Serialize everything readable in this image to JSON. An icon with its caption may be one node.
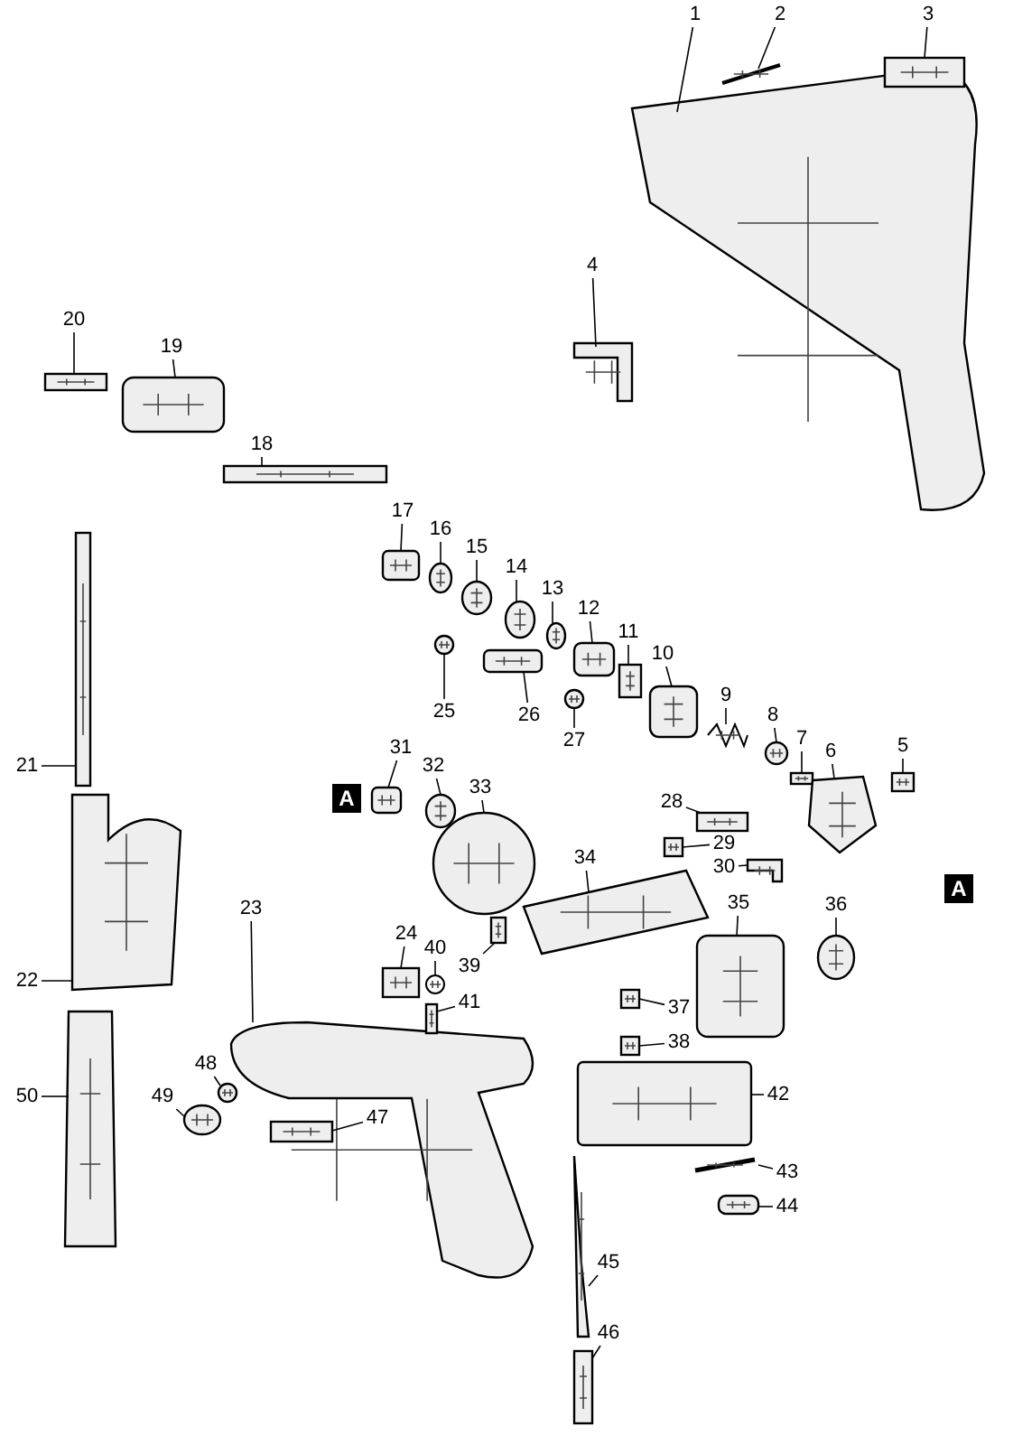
{
  "diagram": {
    "nodes": [
      {
        "text": [
          "1"
        ]
      },
      {
        "text": [
          "2"
        ]
      },
      {
        "text": [
          "3"
        ]
      },
      {
        "text": [
          "4"
        ]
      },
      {
        "text": [
          "20"
        ]
      },
      {
        "text": [
          "19"
        ]
      },
      {
        "text": [
          "18"
        ]
      },
      {
        "text": [
          "17"
        ]
      },
      {
        "text": [
          "16"
        ]
      },
      {
        "text": [
          "15"
        ]
      },
      {
        "text": [
          "14"
        ]
      },
      {
        "text": [
          "13"
        ]
      },
      {
        "text": [
          "12"
        ]
      },
      {
        "text": [
          "11"
        ]
      },
      {
        "text": [
          "10"
        ]
      },
      {
        "text": [
          "9"
        ]
      },
      {
        "text": [
          "8"
        ]
      },
      {
        "text": [
          "7"
        ]
      },
      {
        "text": [
          "25"
        ]
      },
      {
        "text": [
          "26"
        ]
      },
      {
        "text": [
          "27"
        ]
      },
      {
        "text": [
          "6"
        ]
      },
      {
        "text": [
          "5"
        ]
      },
      {
        "text": [
          "31"
        ]
      },
      {
        "text": [
          "21"
        ]
      },
      {
        "text": [
          "32"
        ]
      },
      {
        "text": [
          "33"
        ]
      },
      {
        "text": [
          "28"
        ]
      },
      {
        "text": [
          "29"
        ]
      },
      {
        "text": [
          "30"
        ]
      },
      {
        "text": [
          "34"
        ]
      },
      {
        "text": [
          "35"
        ]
      },
      {
        "text": [
          "36"
        ]
      },
      {
        "text": [
          "23"
        ]
      },
      {
        "text": [
          "24"
        ]
      },
      {
        "text": [
          "40"
        ]
      },
      {
        "text": [
          "39"
        ]
      },
      {
        "text": [
          "22"
        ]
      },
      {
        "text": [
          "41"
        ]
      },
      {
        "text": [
          "37"
        ]
      },
      {
        "text": [
          "38"
        ]
      },
      {
        "text": [
          "48"
        ]
      },
      {
        "text": [
          "49"
        ]
      },
      {
        "text": [
          "50"
        ]
      },
      {
        "text": [
          "42"
        ]
      },
      {
        "text": [
          "47"
        ]
      },
      {
        "text": [
          "43"
        ]
      },
      {
        "text": [
          "44"
        ]
      },
      {
        "text": [
          "45"
        ]
      },
      {
        "text": [
          "46"
        ]
      },
      {
        "text": [],
        "shape": "picture"
      },
      {
        "text": [],
        "shape": "picture"
      },
      {
        "text": [],
        "shape": "picture"
      },
      {
        "text": [],
        "shape": "picture"
      },
      {
        "text": [],
        "shape": "picture"
      },
      {
        "text": [],
        "shape": "picture"
      },
      {
        "text": [],
        "shape": "picture"
      },
      {
        "text": [],
        "shape": "picture"
      },
      {
        "text": [],
        "shape": "picture"
      },
      {
        "text": [],
        "shape": "picture"
      },
      {
        "text": [],
        "shape": "picture"
      },
      {
        "text": [],
        "shape": "picture"
      },
      {
        "text": [],
        "shape": "picture"
      },
      {
        "text": [],
        "shape": "picture"
      },
      {
        "text": [],
        "shape": "picture"
      },
      {
        "text": [],
        "shape": "picture"
      },
      {
        "text": [],
        "shape": "picture"
      },
      {
        "text": [],
        "shape": "picture"
      },
      {
        "text": [],
        "shape": "picture"
      },
      {
        "text": [],
        "shape": "picture"
      },
      {
        "text": [],
        "shape": "picture"
      },
      {
        "text": [],
        "shape": "picture"
      },
      {
        "text": [],
        "shape": "picture"
      },
      {
        "text": [],
        "shape": "picture"
      },
      {
        "text": [],
        "shape": "picture"
      },
      {
        "text": [],
        "shape": "picture"
      },
      {
        "text": [],
        "shape": "picture"
      },
      {
        "text": [],
        "shape": "picture"
      },
      {
        "text": [],
        "shape": "picture"
      },
      {
        "text": [],
        "shape": "picture"
      },
      {
        "text": [],
        "shape": "picture"
      },
      {
        "text": [],
        "shape": "picture"
      },
      {
        "text": [],
        "shape": "picture"
      },
      {
        "text": [],
        "shape": "picture"
      },
      {
        "text": [],
        "shape": "picture"
      },
      {
        "text": [],
        "shape": "picture"
      },
      {
        "text": [],
        "shape": "picture"
      },
      {
        "text": [],
        "shape": "picture"
      },
      {
        "text": [],
        "shape": "picture"
      },
      {
        "text": [],
        "shape": "picture"
      },
      {
        "text": [],
        "shape": "picture"
      },
      {
        "text": [],
        "shape": "picture"
      },
      {
        "text": [],
        "shape": "picture"
      },
      {
        "text": [],
        "shape": "picture"
      },
      {
        "text": [],
        "shape": "picture"
      },
      {
        "text": [],
        "shape": "picture"
      },
      {
        "text": [],
        "shape": "picture"
      },
      {
        "text": [],
        "shape": "picture"
      },
      {
        "text": [],
        "shape": "picture"
      },
      {
        "text": [],
        "shape": "picture"
      }
    ],
    "edges": [
      {
        "from": 0,
        "to": 50,
        "arrow": "none"
      },
      {
        "from": 1,
        "to": 51,
        "arrow": "none"
      },
      {
        "from": 2,
        "to": 52,
        "arrow": "none"
      },
      {
        "from": 3,
        "to": 53,
        "arrow": "none"
      },
      {
        "from": 4,
        "to": 54,
        "arrow": "none"
      },
      {
        "from": 5,
        "to": 55,
        "arrow": "none"
      },
      {
        "from": 6,
        "to": 56,
        "arrow": "none"
      },
      {
        "from": 7,
        "to": 57,
        "arrow": "none"
      },
      {
        "from": 8,
        "to": 58,
        "arrow": "none"
      },
      {
        "from": 9,
        "to": 59,
        "arrow": "none"
      },
      {
        "from": 10,
        "to": 60,
        "arrow": "none"
      },
      {
        "from": 11,
        "to": 61,
        "arrow": "none"
      },
      {
        "from": 12,
        "to": 62,
        "arrow": "none"
      },
      {
        "from": 13,
        "to": 63,
        "arrow": "none"
      },
      {
        "from": 14,
        "to": 64,
        "arrow": "none"
      },
      {
        "from": 15,
        "to": 65,
        "arrow": "none"
      },
      {
        "from": 16,
        "to": 66,
        "arrow": "none"
      },
      {
        "from": 17,
        "to": 67,
        "arrow": "none"
      },
      {
        "from": 18,
        "to": 68,
        "arrow": "none"
      },
      {
        "from": 19,
        "to": 69,
        "arrow": "none"
      },
      {
        "from": 20,
        "to": 70,
        "arrow": "none"
      },
      {
        "from": 21,
        "to": 71,
        "arrow": "none"
      },
      {
        "from": 22,
        "to": 72,
        "arrow": "none"
      },
      {
        "from": 23,
        "to": 73,
        "arrow": "none"
      },
      {
        "from": 24,
        "to": 74,
        "arrow": "none"
      },
      {
        "from": 25,
        "to": 75,
        "arrow": "none"
      },
      {
        "from": 26,
        "to": 76,
        "arrow": "none"
      },
      {
        "from": 27,
        "to": 77,
        "arrow": "none"
      },
      {
        "from": 28,
        "to": 78,
        "arrow": "none"
      },
      {
        "from": 29,
        "to": 79,
        "arrow": "none"
      },
      {
        "from": 30,
        "to": 80,
        "arrow": "none"
      },
      {
        "from": 31,
        "to": 81,
        "arrow": "none"
      },
      {
        "from": 32,
        "to": 82,
        "arrow": "none"
      },
      {
        "from": 33,
        "to": 83,
        "arrow": "none"
      },
      {
        "from": 34,
        "to": 84,
        "arrow": "none"
      },
      {
        "from": 35,
        "to": 85,
        "arrow": "none"
      },
      {
        "from": 36,
        "to": 86,
        "arrow": "none"
      },
      {
        "from": 37,
        "to": 87,
        "arrow": "none"
      },
      {
        "from": 38,
        "to": 88,
        "arrow": "none"
      },
      {
        "from": 39,
        "to": 89,
        "arrow": "none"
      },
      {
        "from": 40,
        "to": 90,
        "arrow": "none"
      },
      {
        "from": 41,
        "to": 91,
        "arrow": "none"
      },
      {
        "from": 42,
        "to": 92,
        "arrow": "none"
      },
      {
        "from": 43,
        "to": 93,
        "arrow": "none"
      },
      {
        "from": 44,
        "to": 94,
        "arrow": "none"
      },
      {
        "from": 45,
        "to": 95,
        "arrow": "none"
      },
      {
        "from": 46,
        "to": 96,
        "arrow": "none"
      },
      {
        "from": 47,
        "to": 97,
        "arrow": "none"
      },
      {
        "from": 48,
        "to": 98,
        "arrow": "none"
      },
      {
        "from": 49,
        "to": 99,
        "arrow": "none"
      }
    ],
    "labels": [
      "A",
      "A"
    ]
  }
}
